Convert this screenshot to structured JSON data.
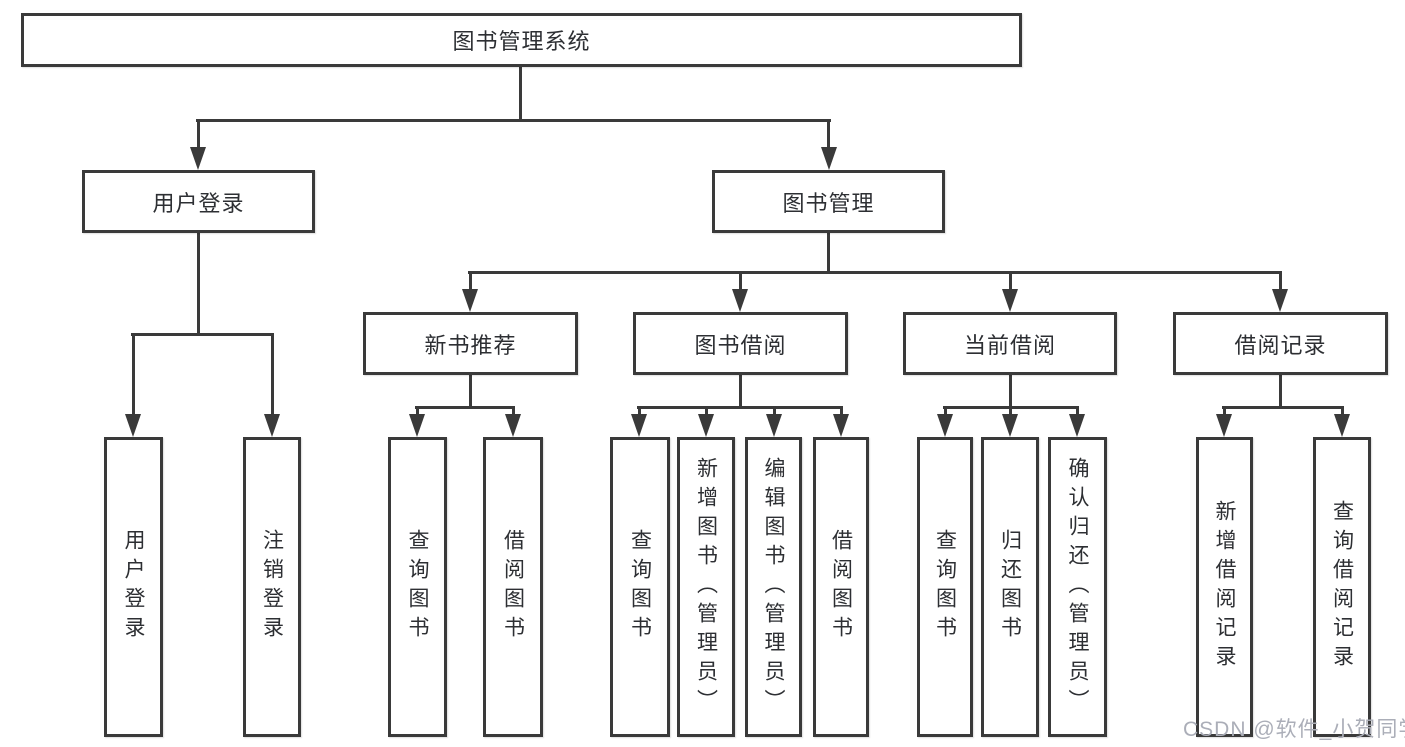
{
  "diagram": {
    "title": "图书管理系统",
    "root": "图书管理系统",
    "branches": [
      {
        "label": "用户登录",
        "children": [
          "用户登录",
          "注销登录"
        ]
      },
      {
        "label": "图书管理",
        "groups": [
          {
            "label": "新书推荐",
            "children": [
              "查询图书",
              "借阅图书"
            ]
          },
          {
            "label": "图书借阅",
            "children": [
              "查询图书",
              "新增图书（管理员）",
              "编辑图书（管理员）",
              "借阅图书"
            ]
          },
          {
            "label": "当前借阅",
            "children": [
              "查询图书",
              "归还图书",
              "确认归还（管理员）"
            ]
          },
          {
            "label": "借阅记录",
            "children": [
              "新增借阅记录",
              "查询借阅记录"
            ]
          }
        ]
      }
    ]
  },
  "colors": {
    "line": "#3a3a3a",
    "box_border": "#3a3a3a",
    "text": "#2d2f33",
    "watermark": "#abaeb8",
    "background": "#ffffff"
  },
  "watermark": "CSDN @软件_小贺同学"
}
